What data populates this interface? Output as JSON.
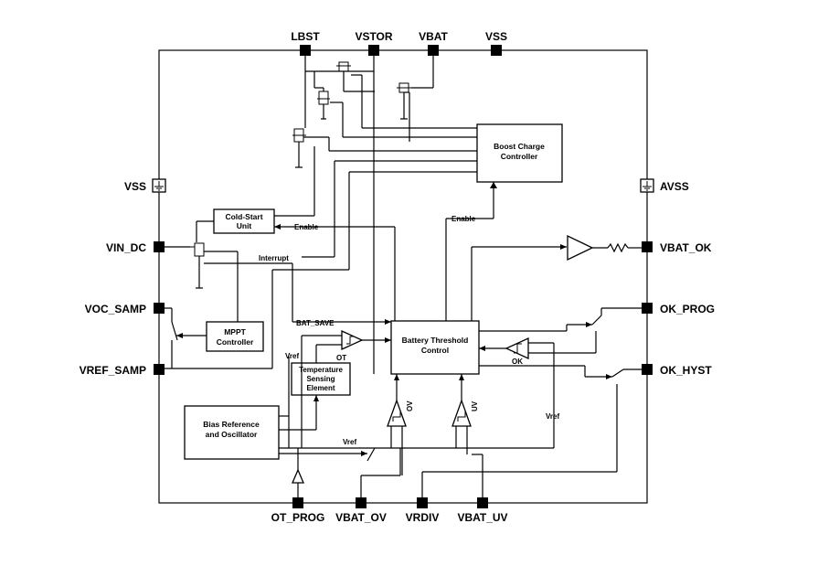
{
  "pins": {
    "top": [
      "LBST",
      "VSTOR",
      "VBAT",
      "VSS"
    ],
    "bottom": [
      "OT_PROG",
      "VBAT_OV",
      "VRDIV",
      "VBAT_UV"
    ],
    "left": [
      "VSS",
      "VIN_DC",
      "VOC_SAMP",
      "VREF_SAMP"
    ],
    "right": [
      "AVSS",
      "VBAT_OK",
      "OK_PROG",
      "OK_HYST"
    ]
  },
  "blocks": {
    "boost": [
      "Boost Charge",
      "Controller"
    ],
    "coldstart": [
      "Cold-Start",
      "Unit"
    ],
    "mppt": [
      "MPPT",
      "Controller"
    ],
    "battery": [
      "Battery Threshold",
      "Control"
    ],
    "temp": [
      "Temperature",
      "Sensing",
      "Element"
    ],
    "bias": [
      "Bias Reference",
      "and Oscillator"
    ]
  },
  "signals": {
    "enable1": "Enable",
    "enable2": "Enable",
    "interrupt": "Interrupt",
    "bat_save": "BAT_SAVE",
    "vref1": "Vref",
    "vref2": "Vref",
    "vref3": "Vref",
    "ot": "OT",
    "ok": "OK",
    "ov": "OV",
    "uv": "UV"
  }
}
